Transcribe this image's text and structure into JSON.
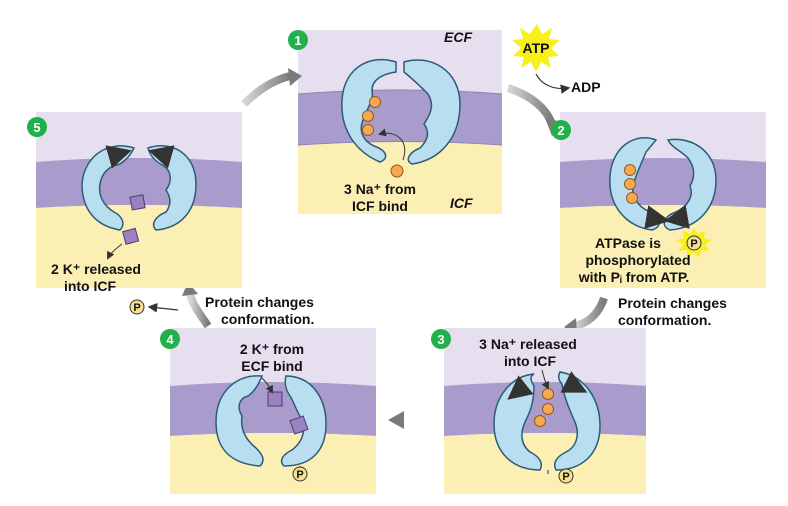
{
  "labels": {
    "ecf": "ECF",
    "icf": "ICF",
    "atp": "ATP",
    "adp": "ADP",
    "p": "P"
  },
  "steps": [
    {
      "number": "1",
      "caption_lines": [
        "3 Na⁺ from",
        "ICF bind"
      ]
    },
    {
      "number": "2",
      "caption_lines": [
        "ATPase is",
        "phosphorylated",
        "with Pᵢ from ATP."
      ]
    },
    {
      "number": "3",
      "caption_lines": [
        "3 Na⁺ released",
        "into ICF"
      ]
    },
    {
      "number": "4",
      "caption_lines": [
        "2 K⁺ from",
        "ECF bind"
      ]
    },
    {
      "number": "5",
      "caption_lines": [
        "2 K⁺ released",
        "into ICF"
      ]
    }
  ],
  "transitions": {
    "protein_change_lines": [
      "Protein changes",
      "conformation."
    ]
  },
  "colors": {
    "ecf": "#e6dff0",
    "membrane": "#a99ccc",
    "icf": "#fbefb4",
    "protein": "#b9def0",
    "protein_outline": "#2b5b78",
    "step_badge": "#22b04a",
    "sodium": "#f5a955",
    "potassium": "#9a82c0",
    "phosphate": "#f6e08e",
    "atp_burst": "#f7f01a",
    "arrow_gray": "#8b8b8b"
  }
}
